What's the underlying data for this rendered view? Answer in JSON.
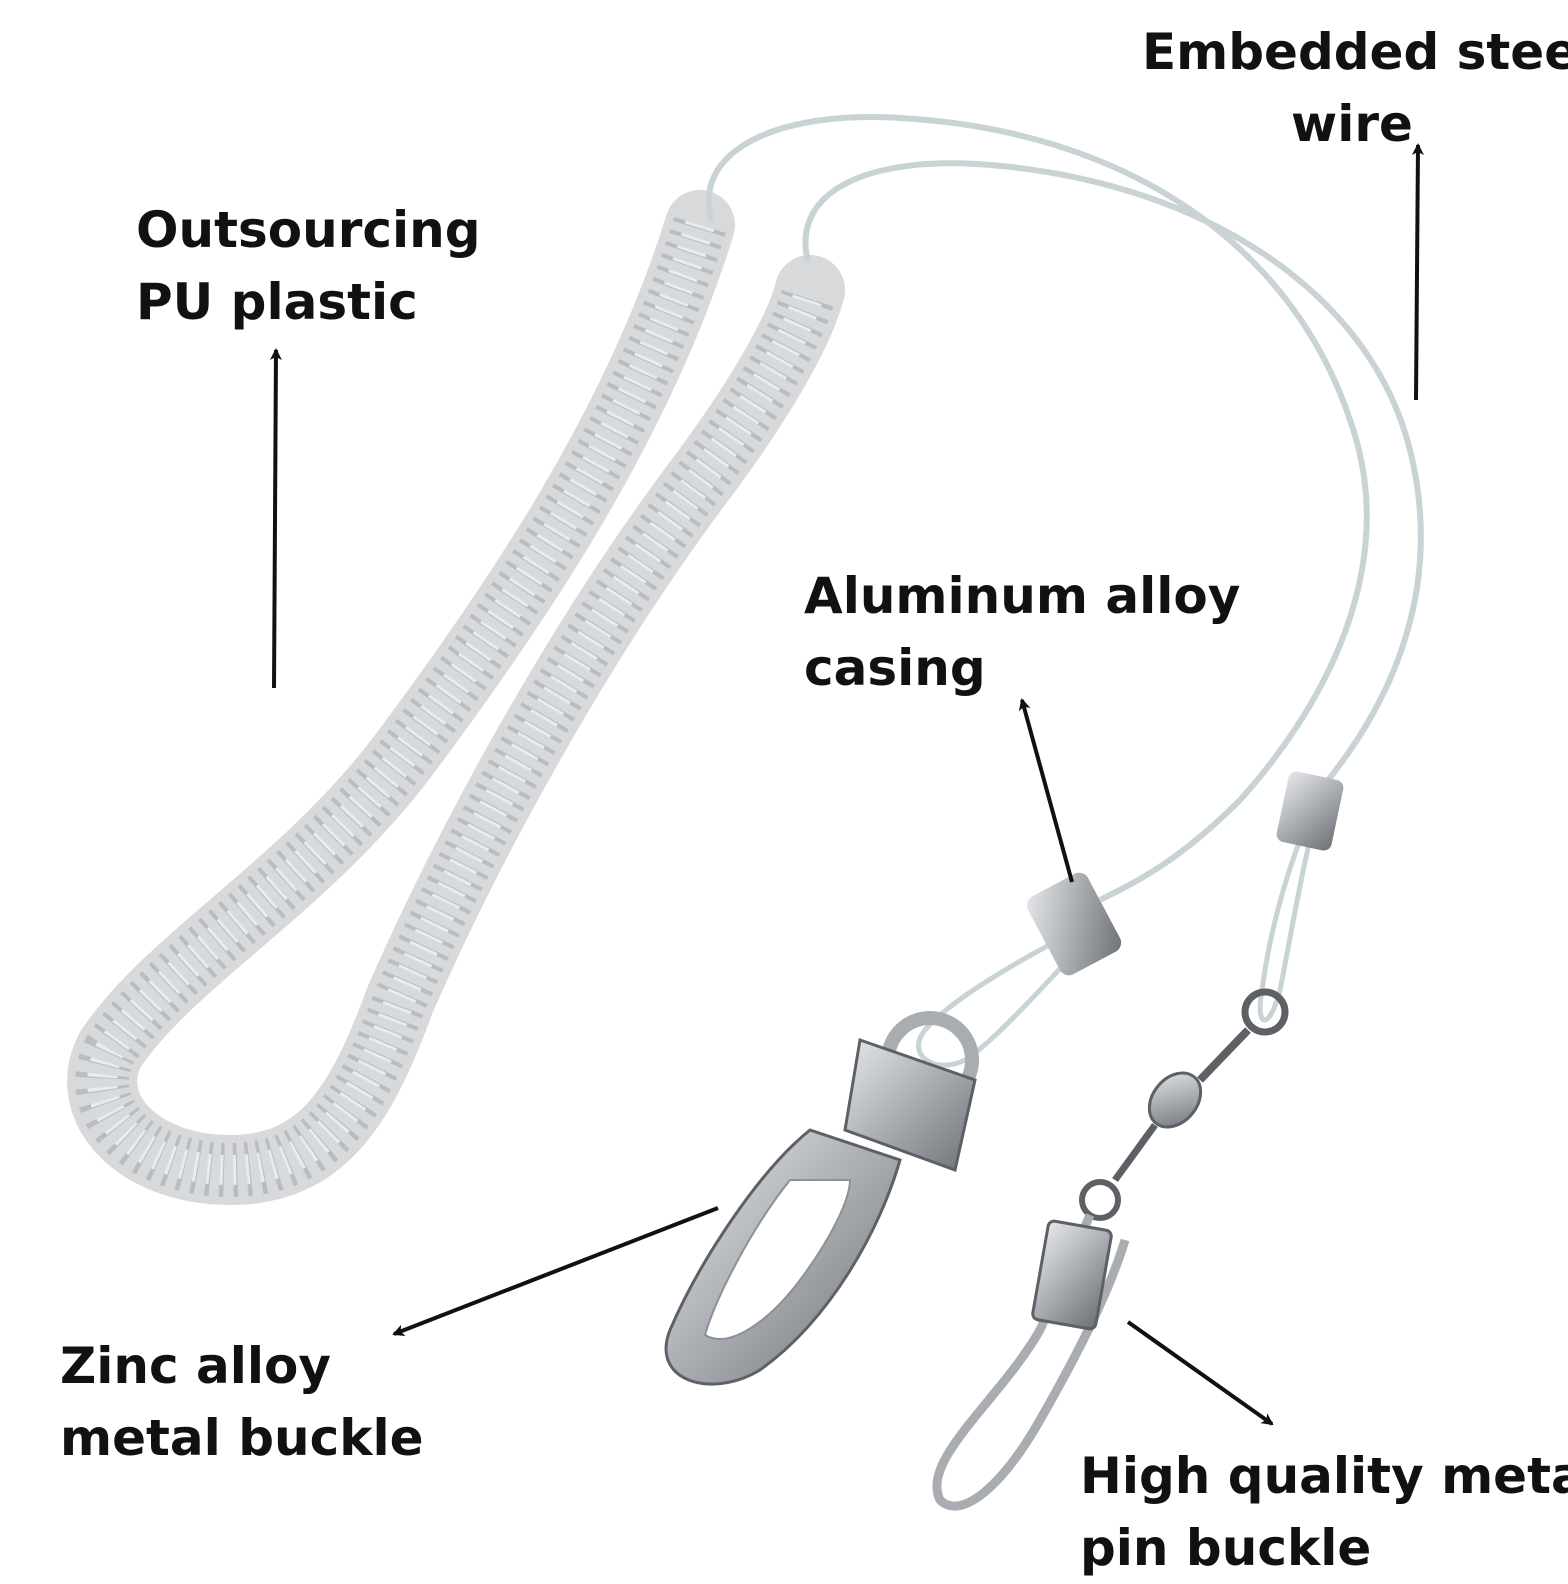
{
  "labels": {
    "pu_plastic": {
      "line1": "Outsourcing",
      "line2": "PU plastic"
    },
    "steel_wire": {
      "line1": "Embedded steel",
      "line2": "wire"
    },
    "aluminum_casing": {
      "line1": "Aluminum alloy",
      "line2": "casing"
    },
    "zinc_buckle": {
      "line1": "Zinc alloy",
      "line2": "metal buckle"
    },
    "pin_buckle": {
      "line1": "High quality metal",
      "line2": "pin buckle"
    }
  },
  "colors": {
    "background": "#ffffff",
    "text": "#111111",
    "arrow": "#111111",
    "coil": "#b9bdc1",
    "coil_shadow": "#8c9196",
    "wire": "#c9d3d6",
    "metal": "#a9adb2",
    "metal_dark": "#5d6166"
  }
}
